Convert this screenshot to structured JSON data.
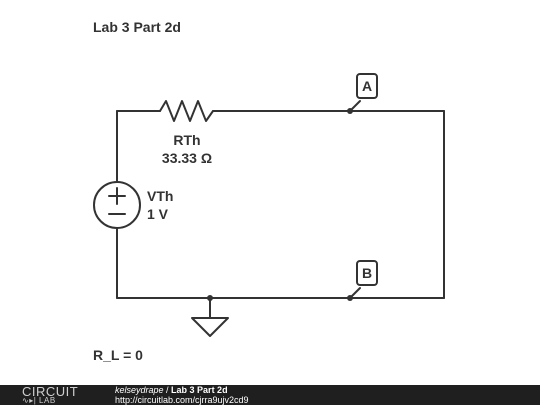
{
  "diagram": {
    "title": "Lab 3 Part 2d",
    "resistor": {
      "name": "RTh",
      "value": "33.33 Ω"
    },
    "source": {
      "name": "VTh",
      "value": "1 V"
    },
    "probes": [
      {
        "label": "A"
      },
      {
        "label": "B"
      }
    ],
    "note": "R_L = 0",
    "colors": {
      "wire": "#333333",
      "probe_fill": "#ffffff"
    }
  },
  "footer": {
    "logo_top": "CIRCUIT",
    "logo_bottom": "LAB",
    "author": "kelseydrape",
    "separator": " / ",
    "project": "Lab 3 Part 2d",
    "url": "http://circuitlab.com/cjrra9ujv2cd9"
  }
}
